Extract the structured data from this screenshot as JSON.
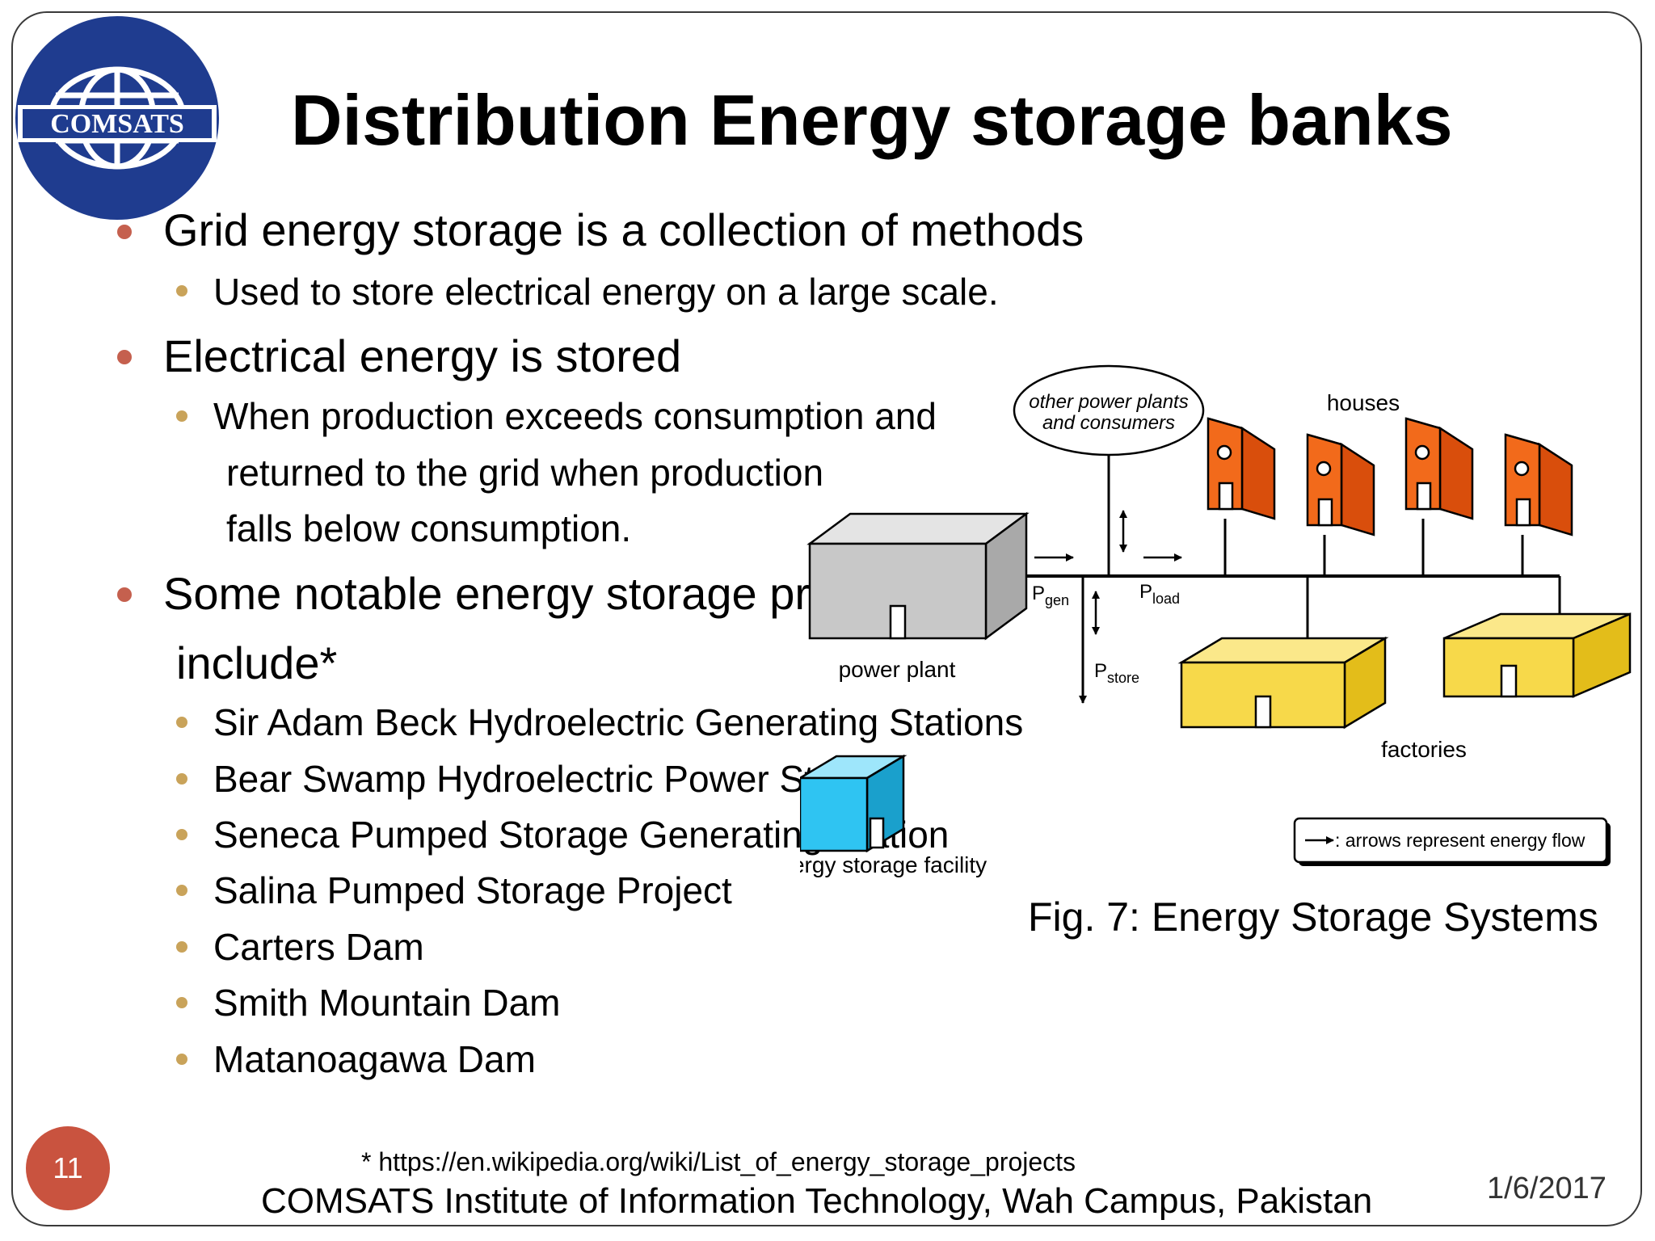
{
  "logo": {
    "text": "COMSATS",
    "colors": {
      "blue": "#1f3c8f",
      "white": "#ffffff"
    }
  },
  "title": "Distribution Energy storage banks",
  "bullets": [
    {
      "text": "Grid energy storage is a collection of methods",
      "sub": [
        "Used to store electrical energy on a large scale."
      ]
    },
    {
      "text": "Electrical energy is stored",
      "sub": [
        "When production exceeds consumption and",
        "returned to the grid when production",
        "falls below consumption."
      ]
    },
    {
      "text": "Some notable energy storage pr",
      "text2": "include*",
      "sub": [
        "Sir Adam Beck Hydroelectric Generating Stations",
        " Bear Swamp Hydroelectric Power Station",
        "Seneca Pumped Storage Generating Station",
        "Salina Pumped Storage Project",
        "Carters Dam",
        "Smith Mountain Dam",
        "Matanoagawa Dam"
      ]
    }
  ],
  "diagram": {
    "labels": {
      "other_line1": "other power plants",
      "other_line2": "and consumers",
      "houses": "houses",
      "power_plant": "power plant",
      "factories": "factories",
      "storage": "energy storage facility",
      "p": "P",
      "gen": "gen",
      "load": "load",
      "store": "store",
      "legend": ": arrows represent energy flow"
    },
    "colors": {
      "house": "#f26a1b",
      "factory": "#f7d94a",
      "plant": "#c8c8c8",
      "storage": "#2fc4f2"
    }
  },
  "figure_caption": "Fig. 7: Energy Storage Systems",
  "footnote": "* https://en.wikipedia.org/wiki/List_of_energy_storage_projects",
  "footer": "COMSATS  Institute of Information Technology, Wah Campus, Pakistan",
  "date": "1/6/2017",
  "page_number": "11"
}
